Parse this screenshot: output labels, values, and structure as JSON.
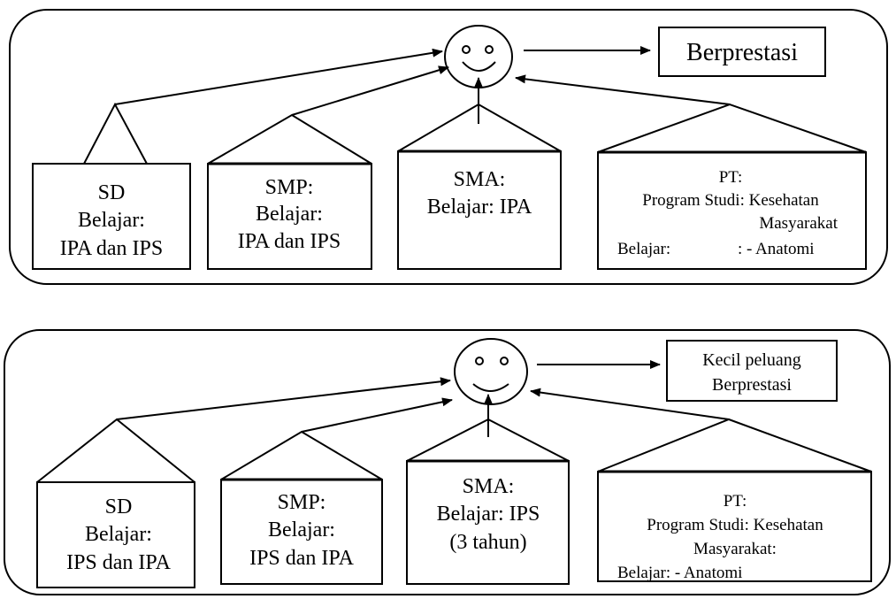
{
  "scenarios": [
    {
      "outcome": {
        "lines": [
          "Berprestasi"
        ]
      },
      "stages": [
        {
          "lines": [
            "SD",
            "Belajar:",
            "IPA dan IPS"
          ]
        },
        {
          "lines": [
            "SMP:",
            "Belajar:",
            "IPA dan IPS"
          ]
        },
        {
          "lines": [
            "SMA:",
            "Belajar: IPA"
          ]
        },
        {
          "lines": [
            "PT:",
            "Program Studi: Kesehatan",
            "Masyarakat",
            "Belajar:",
            ": - Anatomi"
          ]
        }
      ]
    },
    {
      "outcome": {
        "lines": [
          "Kecil peluang",
          "Berprestasi"
        ]
      },
      "stages": [
        {
          "lines": [
            "SD",
            "Belajar:",
            "IPS dan IPA"
          ]
        },
        {
          "lines": [
            "SMP:",
            "Belajar:",
            "IPS dan IPA"
          ]
        },
        {
          "lines": [
            "SMA:",
            "Belajar: IPS",
            "(3 tahun)"
          ]
        },
        {
          "lines": [
            "PT:",
            "Program Studi: Kesehatan",
            "Masyarakat:",
            "Belajar: - Anatomi"
          ]
        }
      ]
    }
  ]
}
